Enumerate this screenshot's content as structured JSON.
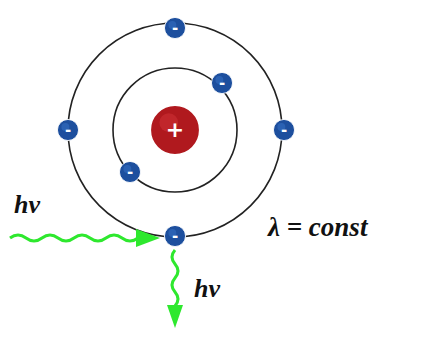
{
  "diagram": {
    "nodes": [
      {
        "text": [
          "+"
        ]
      },
      {
        "text": [
          "-"
        ]
      },
      {
        "text": [
          "-"
        ]
      },
      {
        "text": [
          "-"
        ]
      },
      {
        "text": [
          "-"
        ]
      },
      {
        "text": [
          "-"
        ]
      },
      {
        "text": [
          "-"
        ]
      }
    ],
    "labels": [
      "hν",
      "λ = const",
      "hν"
    ]
  }
}
